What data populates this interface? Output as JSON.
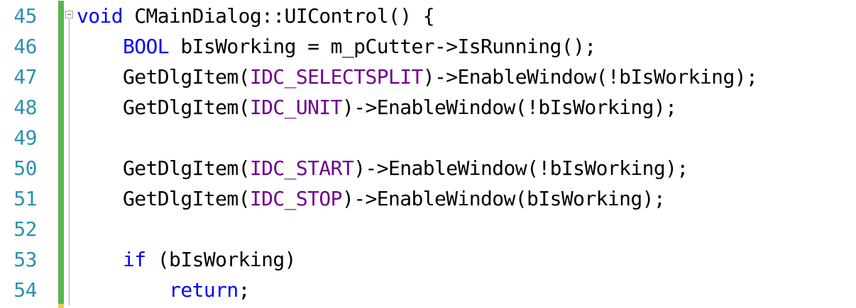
{
  "editor": {
    "lines": [
      {
        "number": "45",
        "tokens": [
          {
            "text": "void",
            "type": "kw"
          },
          {
            "text": " CMainDialog::UIControl() {",
            "type": "plain"
          }
        ]
      },
      {
        "number": "46",
        "tokens": [
          {
            "text": "    ",
            "type": "plain"
          },
          {
            "text": "BOOL",
            "type": "kw"
          },
          {
            "text": " bIsWorking = m_pCutter->IsRunning();",
            "type": "plain"
          }
        ]
      },
      {
        "number": "47",
        "tokens": [
          {
            "text": "    GetDlgItem(",
            "type": "plain"
          },
          {
            "text": "IDC_SELECTSPLIT",
            "type": "macro"
          },
          {
            "text": ")->EnableWindow(!bIsWorking);",
            "type": "plain"
          }
        ]
      },
      {
        "number": "48",
        "tokens": [
          {
            "text": "    GetDlgItem(",
            "type": "plain"
          },
          {
            "text": "IDC_UNIT",
            "type": "macro"
          },
          {
            "text": ")->EnableWindow(!bIsWorking);",
            "type": "plain"
          }
        ]
      },
      {
        "number": "49",
        "tokens": []
      },
      {
        "number": "50",
        "tokens": [
          {
            "text": "    GetDlgItem(",
            "type": "plain"
          },
          {
            "text": "IDC_START",
            "type": "macro"
          },
          {
            "text": ")->EnableWindow(!bIsWorking);",
            "type": "plain"
          }
        ]
      },
      {
        "number": "51",
        "tokens": [
          {
            "text": "    GetDlgItem(",
            "type": "plain"
          },
          {
            "text": "IDC_STOP",
            "type": "macro"
          },
          {
            "text": ")->EnableWindow(bIsWorking);",
            "type": "plain"
          }
        ]
      },
      {
        "number": "52",
        "tokens": []
      },
      {
        "number": "53",
        "tokens": [
          {
            "text": "    ",
            "type": "plain"
          },
          {
            "text": "if",
            "type": "kw"
          },
          {
            "text": " (bIsWorking)",
            "type": "plain"
          }
        ]
      },
      {
        "number": "54",
        "tokens": [
          {
            "text": "        ",
            "type": "plain"
          },
          {
            "text": "return",
            "type": "kw"
          },
          {
            "text": ";",
            "type": "plain"
          }
        ]
      }
    ],
    "colors": {
      "line_number": "#2b91af",
      "keyword": "#0000ff",
      "macro": "#6f008a",
      "plain": "#000000",
      "change_bar": "#57b54f",
      "background": "#ffffff"
    },
    "fold_icon": "collapse-minus-icon"
  }
}
